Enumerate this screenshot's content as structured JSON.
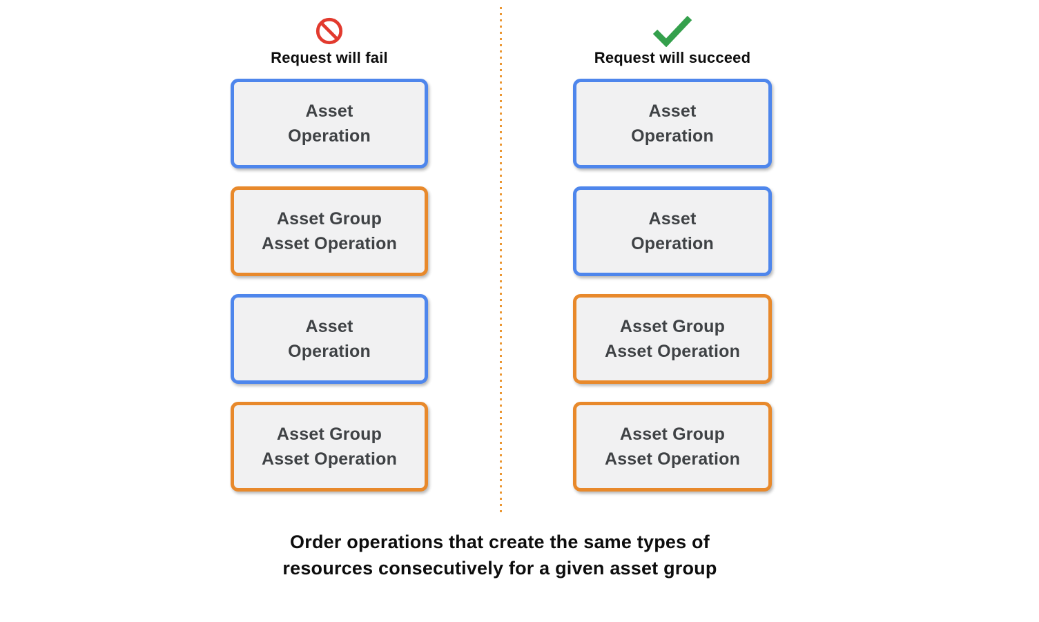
{
  "colors": {
    "blue_border": "#4e86ec",
    "orange_border": "#e8892b",
    "box_fill": "#f1f1f2",
    "box_text": "#3f4245",
    "fail_red": "#e23a2e",
    "success_green": "#34a04c",
    "divider_orange": "#eb9733",
    "heading_text": "#0d0d0d",
    "background": "#ffffff"
  },
  "fail_column": {
    "icon": "prohibition-icon",
    "title": "Request will fail",
    "boxes": [
      {
        "kind": "asset-operation",
        "accent": "blue",
        "border_color": "#4e86ec",
        "lines": [
          "Asset",
          "Operation"
        ]
      },
      {
        "kind": "asset-group-asset-operation",
        "accent": "orange",
        "border_color": "#e8892b",
        "lines": [
          "Asset Group",
          "Asset Operation"
        ]
      },
      {
        "kind": "asset-operation",
        "accent": "blue",
        "border_color": "#4e86ec",
        "lines": [
          "Asset",
          "Operation"
        ]
      },
      {
        "kind": "asset-group-asset-operation",
        "accent": "orange",
        "border_color": "#e8892b",
        "lines": [
          "Asset Group",
          "Asset Operation"
        ]
      }
    ]
  },
  "success_column": {
    "icon": "checkmark-icon",
    "title": "Request will succeed",
    "boxes": [
      {
        "kind": "asset-operation",
        "accent": "blue",
        "border_color": "#4e86ec",
        "lines": [
          "Asset",
          "Operation"
        ]
      },
      {
        "kind": "asset-operation",
        "accent": "blue",
        "border_color": "#4e86ec",
        "lines": [
          "Asset",
          "Operation"
        ]
      },
      {
        "kind": "asset-group-asset-operation",
        "accent": "orange",
        "border_color": "#e8892b",
        "lines": [
          "Asset Group",
          "Asset Operation"
        ]
      },
      {
        "kind": "asset-group-asset-operation",
        "accent": "orange",
        "border_color": "#e8892b",
        "lines": [
          "Asset Group",
          "Asset Operation"
        ]
      }
    ]
  },
  "caption": {
    "lines": [
      "Order operations that create the same types of",
      "resources consecutively for a given asset group"
    ]
  }
}
